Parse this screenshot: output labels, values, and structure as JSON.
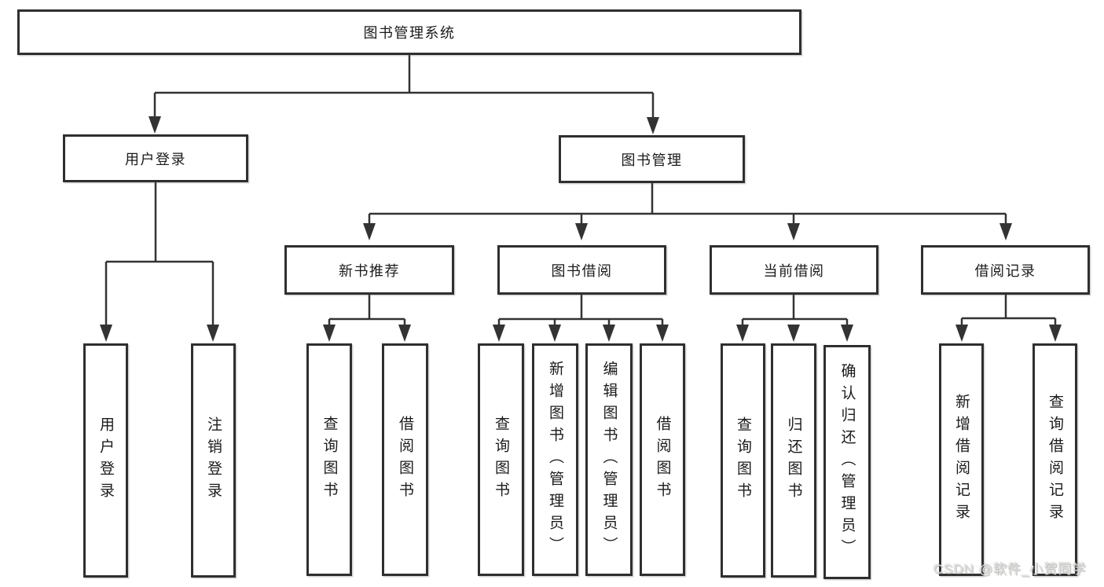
{
  "diagram": {
    "title_node": "图书管理系统",
    "colors": {
      "line": "#333333",
      "border": "#2f2f2f",
      "box_bg": "#ffffff",
      "text": "#1b1b1b",
      "watermark": "#dededb"
    }
  },
  "tree": {
    "root": {
      "label": "图书管理系统"
    },
    "branches": [
      {
        "label": "用户登录",
        "children": [
          {
            "label": "用户登录"
          },
          {
            "label": "注销登录"
          }
        ]
      },
      {
        "label": "图书管理",
        "children": [
          {
            "label": "新书推荐",
            "children": [
              {
                "label": "查询图书"
              },
              {
                "label": "借阅图书"
              }
            ]
          },
          {
            "label": "图书借阅",
            "children": [
              {
                "label": "查询图书"
              },
              {
                "label": "新增图书（管理员）"
              },
              {
                "label": "编辑图书（管理员）"
              },
              {
                "label": "借阅图书"
              }
            ]
          },
          {
            "label": "当前借阅",
            "children": [
              {
                "label": "查询图书"
              },
              {
                "label": "归还图书"
              },
              {
                "label": "确认归还（管理员）"
              }
            ]
          },
          {
            "label": "借阅记录",
            "children": [
              {
                "label": "新增借阅记录"
              },
              {
                "label": "查询借阅记录"
              }
            ]
          }
        ]
      }
    ]
  },
  "watermark": {
    "text": "CSDN @软件_小贺同学"
  }
}
